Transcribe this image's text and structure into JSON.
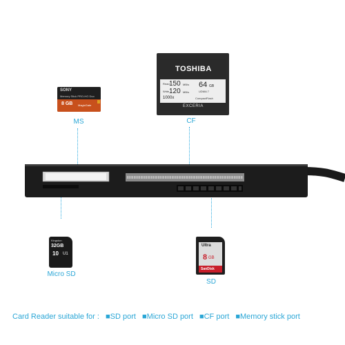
{
  "labels": {
    "ms": "MS",
    "cf": "CF",
    "microsd": "Micro SD",
    "sd": "SD"
  },
  "cf_card": {
    "brand": "TOSHIBA",
    "read_label": "Read",
    "read_speed": "150",
    "read_unit": "MB/s",
    "write_label": "Write",
    "write_speed": "120",
    "write_unit": "MB/s",
    "capacity": "64",
    "capacity_unit": "GB",
    "udma": "UDMA 7",
    "rating": "1000x",
    "format": "CompactFlash",
    "series": "EXCERIA"
  },
  "ms_card": {
    "brand": "SONY",
    "product": "Memory Stick PRO-HG Duo",
    "capacity": "8 GB",
    "type": "MagicGate"
  },
  "microsd_card": {
    "brand": "Kingston",
    "capacity": "32GB",
    "class": "10",
    "uhs": "U1"
  },
  "sd_card": {
    "series": "Ultra",
    "capacity": "8",
    "capacity_unit": "GB",
    "brand": "SanDisk"
  },
  "caption": {
    "prefix": "Card Reader suitable for :",
    "ports": [
      "■SD port",
      "■Micro SD port",
      "■CF port",
      "■Memory stick port"
    ]
  },
  "colors": {
    "accent": "#2aa6d6",
    "reader_body": "#1a1a1a",
    "cf_label_bg": "#2b2b2b",
    "ms_orange": "#c8501c",
    "sd_red": "#c81e2a"
  }
}
